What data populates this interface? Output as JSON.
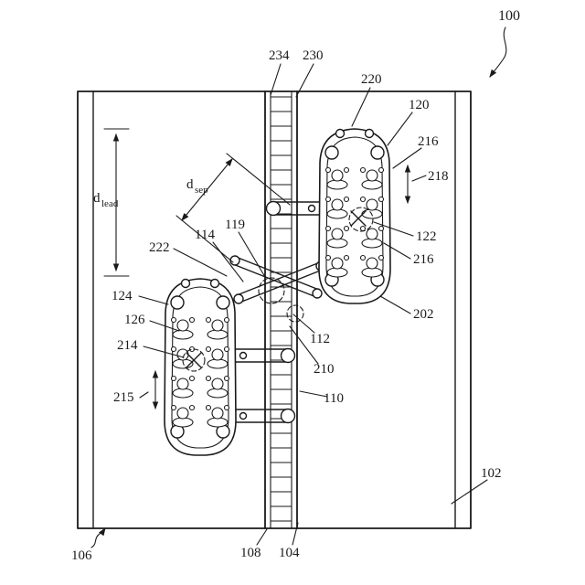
{
  "figure": {
    "kind": "patent-line-drawing",
    "colors": {
      "ink": "#1a1a1a",
      "background": "#ffffff"
    }
  },
  "labels": {
    "n100": "100",
    "n102": "102",
    "n104": "104",
    "n106": "106",
    "n108": "108",
    "n110": "110",
    "n112": "112",
    "n114": "114",
    "n119": "119",
    "n120": "120",
    "n122": "122",
    "n124": "124",
    "n126": "126",
    "n202": "202",
    "n210": "210",
    "n214": "214",
    "n215": "215",
    "n216a": "216",
    "n216b": "216",
    "n218": "218",
    "n220": "220",
    "n222": "222",
    "n230": "230",
    "n234": "234",
    "d_lead": {
      "base": "d",
      "sub": "lead"
    },
    "d_sep": {
      "base": "d",
      "sub": "sep"
    }
  }
}
